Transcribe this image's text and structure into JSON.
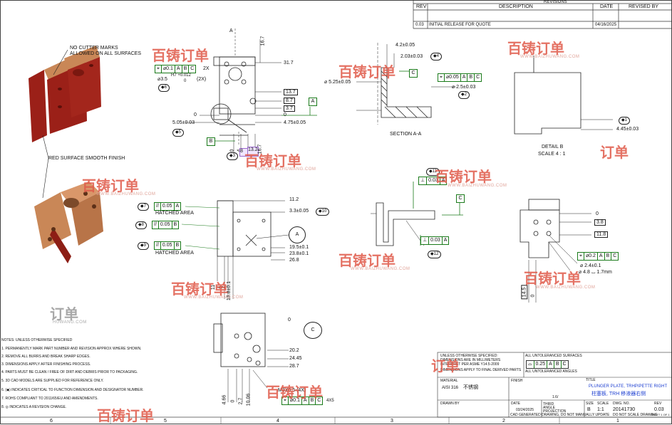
{
  "revisions": {
    "title": "REVISIONS",
    "headers": {
      "rev": "REV",
      "desc": "DESCRIPTION",
      "date": "DATE",
      "by": "REVISED BY"
    },
    "row": {
      "rev": "0.03",
      "desc": "INITIAL RELEASE FOR QUOTE",
      "date": "04/16/2025",
      "by": ""
    }
  },
  "notes_3d": {
    "no_cutter": "NO CUTTER MARKS",
    "allowed": "ALLOWED ON ALL SURFACES",
    "red_surface": "RED SURFACE SMOOTH FINISH"
  },
  "dims_front": {
    "A": "A",
    "d16_7": "16.7",
    "d31_7": "31.7",
    "d13_7": "13.7",
    "d8_7": "8.7",
    "d3_7": "3.7",
    "zero_a": "0",
    "zero_b": "0",
    "d5_05": "5.05±0.03",
    "d4_75": "4.75±0.05",
    "b3": "3",
    "b5": "5",
    "b6": "6",
    "fcf_phi": "⌀0.1",
    "fcf_a": "A",
    "fcf_b": "B",
    "fcf_c": "C",
    "x2": "2X",
    "hole": "⌀3.5",
    "h7": "H7 +0.012",
    "h7b": "0",
    "x2b": "(2X)",
    "datum_a": "A",
    "datum_b": "B",
    "v0": "0",
    "v4": "4",
    "v8": "8",
    "v13": "13.2",
    "v16": "16.7"
  },
  "section_aa": {
    "d4_2": "4.2±0.05",
    "d2_03": "2.03±0.03",
    "b4": "4",
    "phi525": "⌀ 5.25±0.05",
    "fcf_phi": "⌀0.05",
    "fcf_a": "A",
    "fcf_b": "B",
    "fcf_c": "C",
    "phi25": "⌀ 2.5±0.03",
    "b2": "2",
    "datum_c": "C",
    "title": "SECTION A-A"
  },
  "detail_b": {
    "b1": "1",
    "d445": "4.45±0.03",
    "title": "DETAIL B",
    "scale": "SCALE 4 : 1"
  },
  "side_view": {
    "b7": "7",
    "b8": "8",
    "b9": "9",
    "b10": "10",
    "par": "//",
    "v05": "0.05",
    "a": "A",
    "b": "B",
    "hatched1": "HATCHED AREA",
    "hatched2": "HATCHED AREA",
    "d11_2": "11.2",
    "d3_3": "3.3±0.05",
    "d19_5": "19.5±0.1",
    "d23_8": "23.8±0.1",
    "d26_8": "26.8",
    "v11": "11",
    "v4": "4",
    "v2": "2",
    "v13": "13.8±0.1",
    "datum_a": "A"
  },
  "perp_view": {
    "b11": "11",
    "b12": "12",
    "perp": "⊥",
    "v003": "0.03",
    "a": "A",
    "datum_c": "C"
  },
  "right_view": {
    "zero": "0",
    "d3_8": "3.8",
    "d11_8": "11.8",
    "fcf_phi": "⌀0.2",
    "a": "A",
    "b": "B",
    "c": "C",
    "phi24": "⌀ 2.4±0.1",
    "phi48": "⌀ 4.8 ⌴ 1.7mm",
    "v14": "14.5",
    "v0": "0"
  },
  "bottom_view": {
    "zero": "0",
    "datum_c": "C",
    "d20_2": "20.2",
    "d24_45": "24.45",
    "d28_7": "28.7",
    "m3": "M3X0.5 (4X)",
    "fcf_phi": "⌀0.1",
    "a": "A",
    "b": "B",
    "c": "C",
    "v4": "4.66",
    "v0": "0",
    "v2": "2.7",
    "v10": "10.06",
    "x4": "4X5"
  },
  "general_notes": [
    "NOTES: UNLESS OTHERWISE SPECIFIED",
    "1. PERMANENTLY MARK PART NUMBER AND REVISION APPROX WHERE SHOWN.",
    "2. REMOVE ALL BURRS AND BREAK SHARP EDGES.",
    "3. DIMENSIONS APPLY AFTER FINISHING PROCESS.",
    "4. PARTS MUST BE CLEAN / FREE OF DIRT AND DEBRIS PRIOR TO PACKAGING.",
    "5. 3D CAD MODELS ARE SUPPLIED FOR REFERENCE ONLY.",
    "6. (◆) INDICATES CRITICAL TO FUNCTION DIMENSION AND DESIGNATOR NUMBER.",
    "7. ROHS COMPLIANT TO 2011/65/EU AND AMENDMENTS.",
    "8. ◎ INDICATES A REVISION CHANGE."
  ],
  "title_block": {
    "unless": "UNLESS OTHERWISE SPECIFIED:",
    "dims_mm": "DIMENSIONS ARE IN MILLIMETERS",
    "interpret": "INTERPRET PER ASME Y14.5-2009",
    "dims_apply": "DIMENSIONS APPLY TO FINAL DERIVED PARTS",
    "all_tol": "ALL UNTOLERANCED SURFACES",
    "prof": "0.25",
    "pa": "A",
    "pb": "B",
    "pc": "C",
    "all_un": "ALL UNTOLERANCED ANGLES",
    "material_lbl": "MATERIAL",
    "material": "AISI 316",
    "material_cn": "不锈钢",
    "finish_lbl": "FINISH",
    "drawn_lbl": "DRAWN BY",
    "date_lbl": "DATE",
    "date": "03/24/2025",
    "third_angle": "THIRD ANGLE PROJECTION",
    "title_lbl": "TITLE",
    "title": "PLUNGER PLATE, TRHPIPETTE RIGHT",
    "title_cn": "柱塞板, TRH 移液器右侧",
    "size_lbl": "SIZE",
    "size": "B",
    "scale_lbl": "SCALE",
    "scale": "1:1",
    "dwg_lbl": "DWG. NO.",
    "dwg": "20141730",
    "rev_lbl": "REV",
    "rev": "0.03",
    "cad": "CAD GENERATED DRAWING, DO NOT MANUALLY UPDATE",
    "no_scale": "DO NOT SCALE DRAWING",
    "sheet": "SHEET 1 OF 1",
    "q": "1.6/"
  },
  "border": {
    "c6": "6",
    "c5": "5",
    "c4": "4",
    "c3": "3",
    "c2": "2",
    "c1": "1"
  },
  "watermark": {
    "brand": "百铸订单",
    "url": "WWW.BAIZHUWANG.COM",
    "short": "订单",
    "url2": "HUWANG.COM"
  },
  "colors": {
    "green": "#1a7a1a",
    "red_wm": "#e05a4a",
    "part_red": "#9b2018",
    "part_tan": "#c98757"
  }
}
